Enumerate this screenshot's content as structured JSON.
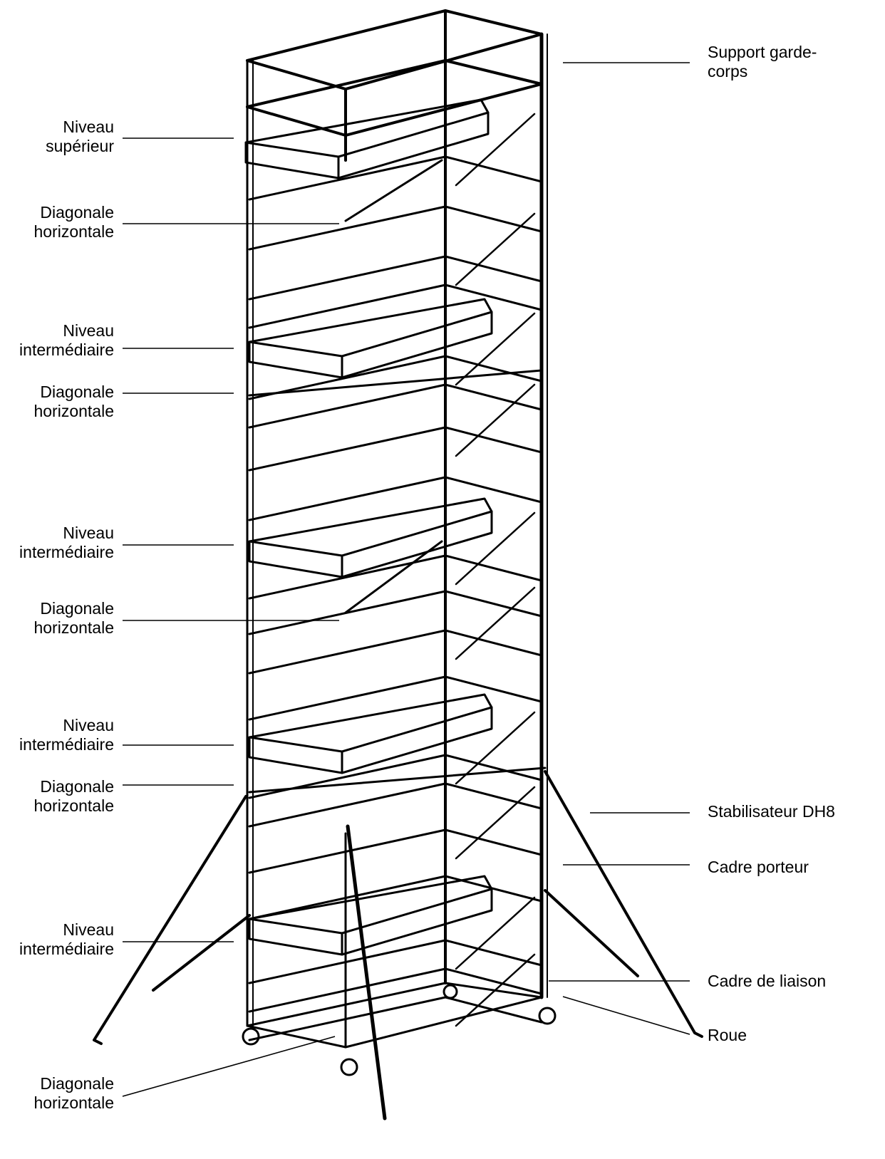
{
  "diagram": {
    "subject": "scaffold-tower",
    "labels_left": [
      {
        "id": "niveau-superieur",
        "lines": [
          "Niveau",
          "supérieur"
        ]
      },
      {
        "id": "diagonale-horizontale-1",
        "lines": [
          "Diagonale",
          "horizontale"
        ]
      },
      {
        "id": "niveau-intermediaire-1",
        "lines": [
          "Niveau",
          "intermédiaire"
        ]
      },
      {
        "id": "diagonale-horizontale-2",
        "lines": [
          "Diagonale",
          "horizontale"
        ]
      },
      {
        "id": "niveau-intermediaire-2",
        "lines": [
          "Niveau",
          "intermédiaire"
        ]
      },
      {
        "id": "diagonale-horizontale-3",
        "lines": [
          "Diagonale",
          "horizontale"
        ]
      },
      {
        "id": "niveau-intermediaire-3",
        "lines": [
          "Niveau",
          "intermédiaire"
        ]
      },
      {
        "id": "diagonale-horizontale-4",
        "lines": [
          "Diagonale",
          "horizontale"
        ]
      },
      {
        "id": "niveau-intermediaire-4",
        "lines": [
          "Niveau",
          "intermédiaire"
        ]
      },
      {
        "id": "diagonale-horizontale-5",
        "lines": [
          "Diagonale",
          "horizontale"
        ]
      }
    ],
    "labels_right": [
      {
        "id": "support-garde-corps",
        "lines": [
          "Support garde-",
          "corps"
        ]
      },
      {
        "id": "stabilisateur",
        "lines": [
          "Stabilisateur DH8"
        ]
      },
      {
        "id": "cadre-porteur",
        "lines": [
          "Cadre porteur"
        ]
      },
      {
        "id": "cadre-de-liaison",
        "lines": [
          "Cadre de liaison"
        ]
      },
      {
        "id": "roue",
        "lines": [
          "Roue"
        ]
      }
    ],
    "line_color": "#000000",
    "background": "#ffffff"
  }
}
